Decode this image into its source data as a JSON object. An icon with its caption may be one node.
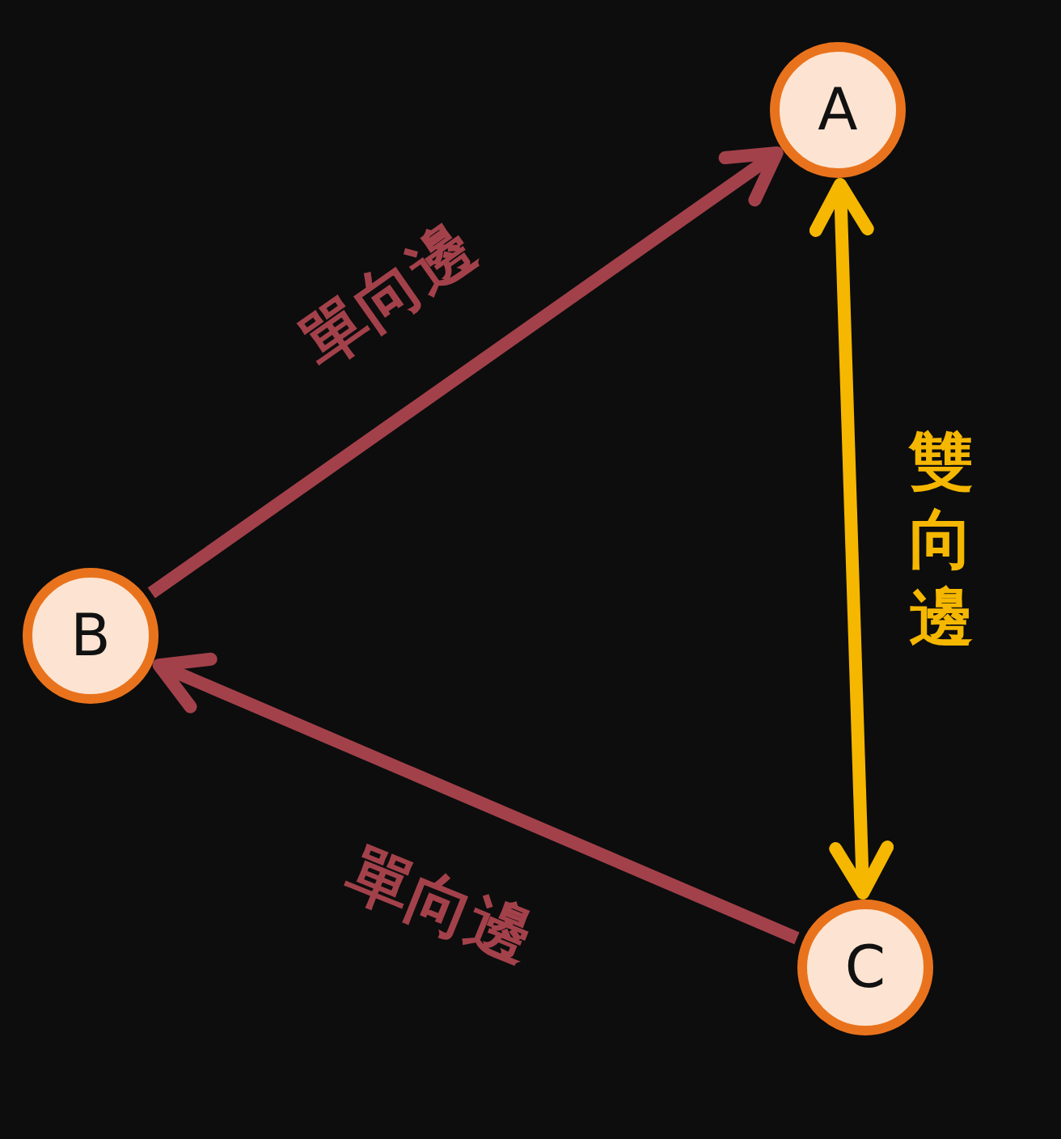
{
  "diagram": {
    "nodes": [
      {
        "text": [
          "A"
        ]
      },
      {
        "text": [
          "B"
        ]
      },
      {
        "text": [
          "C"
        ]
      }
    ],
    "edges": [
      {
        "from": 1,
        "to": 0,
        "arrow": "to",
        "label": "單向邊"
      },
      {
        "from": 0,
        "to": 2,
        "arrow": "both",
        "label": "雙向邊",
        "color": "#f5b700"
      },
      {
        "from": 2,
        "to": 1,
        "arrow": "to",
        "label": "單向邊"
      }
    ]
  }
}
